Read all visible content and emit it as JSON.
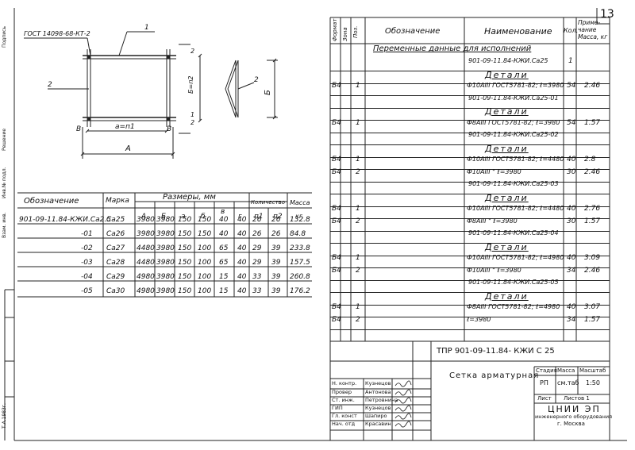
{
  "sheet_number": "13",
  "left_margin_labels": [
    "Подпись",
    "Решение",
    "Инв.№ подл.",
    "Взам. инв.",
    "Т.А.1983г."
  ],
  "drawing": {
    "gost_label": "ГОСТ 14098-68-КТ-2",
    "callout_1": "1",
    "callout_2_left": "2",
    "callout_2_top": "2",
    "callout_2_right": "2",
    "dim_b_n2": "Б=п2",
    "dim_b": "Б",
    "dim_a_n1": "а=п1",
    "dim_a": "А",
    "label_v_left": "В",
    "label_v_right": "В",
    "section_1": "1",
    "section_2": "2"
  },
  "sizes_table": {
    "headers": {
      "designation": "Обозначение",
      "mark": "Марка",
      "sizes": "Размеры, мм",
      "quantity": "Количество",
      "mass": "Масса",
      "mass_unit": "кг",
      "cols": [
        "А",
        "Б",
        "а",
        "б",
        "в",
        "г",
        "п1",
        "п2"
      ]
    },
    "rows": [
      {
        "designation": "901-09-11.84-КЖИ.Са2.5",
        "mark": "Са25",
        "A": "3980",
        "B": "3980",
        "a": "150",
        "b": "150",
        "v": "40",
        "g": "40",
        "n1": "26",
        "n2": "26",
        "mass": "132.8"
      },
      {
        "designation": "-01",
        "mark": "Са26",
        "A": "3980",
        "B": "3980",
        "a": "150",
        "b": "150",
        "v": "40",
        "g": "40",
        "n1": "26",
        "n2": "26",
        "mass": "84.8"
      },
      {
        "designation": "-02",
        "mark": "Са27",
        "A": "4480",
        "B": "3980",
        "a": "150",
        "b": "100",
        "v": "65",
        "g": "40",
        "n1": "29",
        "n2": "39",
        "mass": "233.8"
      },
      {
        "designation": "-03",
        "mark": "Са28",
        "A": "4480",
        "B": "3980",
        "a": "150",
        "b": "100",
        "v": "65",
        "g": "40",
        "n1": "29",
        "n2": "39",
        "mass": "157.5"
      },
      {
        "designation": "-04",
        "mark": "Са29",
        "A": "4980",
        "B": "3980",
        "a": "150",
        "b": "100",
        "v": "15",
        "g": "40",
        "n1": "33",
        "n2": "39",
        "mass": "260.8"
      },
      {
        "designation": "-05",
        "mark": "Са30",
        "A": "4980",
        "B": "3980",
        "a": "150",
        "b": "100",
        "v": "15",
        "g": "40",
        "n1": "33",
        "n2": "39",
        "mass": "176.2"
      }
    ]
  },
  "spec": {
    "headers": {
      "format": "Формат",
      "zone": "Зона",
      "pos": "Поз.",
      "designation": "Обозначение",
      "name": "Наименование",
      "qty": "Кол.",
      "note": "Приме-чание Масса, кг"
    },
    "variable_title": "Переменные данные для исполнений",
    "rows": [
      {
        "kind": "ref",
        "text": "901-09-11.84-КЖИ.Са25",
        "qty": "1"
      },
      {
        "kind": "heading",
        "text": "Детали"
      },
      {
        "kind": "item",
        "fmt": "Б4",
        "pos": "1",
        "text": "Ф10АIII ГОСТ5781-82; ℓ=3980",
        "qty": "54",
        "note": "2.46"
      },
      {
        "kind": "ref",
        "text": "901-09-11.84-КЖИ.Са25-01"
      },
      {
        "kind": "heading",
        "text": "Детали"
      },
      {
        "kind": "item",
        "fmt": "Б4",
        "pos": "1",
        "text": "Ф8АIII ГОСТ5781-82; ℓ=3980",
        "qty": "54",
        "note": "1.57"
      },
      {
        "kind": "ref",
        "text": "901-09-11.84-КЖИ.Са25-02"
      },
      {
        "kind": "heading",
        "text": "Детали"
      },
      {
        "kind": "item",
        "fmt": "Б4",
        "pos": "1",
        "text": "Ф10АIII ГОСТ5781-82; ℓ=4480",
        "qty": "40",
        "note": "2.8"
      },
      {
        "kind": "item",
        "fmt": "Б4",
        "pos": "2",
        "text": "Ф10АIII    \"    ℓ=3980",
        "qty": "30",
        "note": "2.46"
      },
      {
        "kind": "ref",
        "text": "901-09-11.84-КЖИ.Са25-03"
      },
      {
        "kind": "heading",
        "text": "Детали"
      },
      {
        "kind": "item",
        "fmt": "Б4",
        "pos": "1",
        "text": "Ф10АIII ГОСТ5781-82; ℓ=4480",
        "qty": "40",
        "note": "2.76"
      },
      {
        "kind": "item",
        "fmt": "Б4",
        "pos": "2",
        "text": "Ф8АIII     \"     ℓ=3980",
        "qty": "30",
        "note": "1.57"
      },
      {
        "kind": "ref",
        "text": "901-09-11.84-КЖИ.Са25-04"
      },
      {
        "kind": "heading",
        "text": "Детали"
      },
      {
        "kind": "item",
        "fmt": "Б4",
        "pos": "1",
        "text": "Ф10АIII ГОСТ5781-82; ℓ=4980",
        "qty": "40",
        "note": "3.09"
      },
      {
        "kind": "item",
        "fmt": "Б4",
        "pos": "2",
        "text": "Ф10АIII     \"     ℓ=3980",
        "qty": "34",
        "note": "2.46"
      },
      {
        "kind": "ref",
        "text": "901-09-11.84-КЖИ.Са25-05"
      },
      {
        "kind": "heading",
        "text": "Детали"
      },
      {
        "kind": "item",
        "fmt": "Б4",
        "pos": "1",
        "text": "Ф8АIII ГОСТ5781-82; ℓ=4980",
        "qty": "40",
        "note": "3.07"
      },
      {
        "kind": "item",
        "fmt": "Б4",
        "pos": "2",
        "text": "ℓ=3980",
        "qty": "34",
        "note": "1.57"
      }
    ]
  },
  "title_block": {
    "code": "ТПР 901-09-11.84-  КЖИ   С 25",
    "title": "Сетка арматурная",
    "stage_h": "Стадия",
    "mass_h": "Масса",
    "scale_h": "Масштаб",
    "stage": "РП",
    "mass": "см.таб",
    "scale": "1:50",
    "sheet": "Лист",
    "sheets": "Листов 1",
    "org1": "ЦНИИ ЭП",
    "org2": "инженерного оборудования",
    "org3": "г. Москва",
    "people": [
      {
        "role": "Н. контр.",
        "name": "Кузнецов"
      },
      {
        "role": "Провер",
        "name": "Антонова"
      },
      {
        "role": "Ст. инж.",
        "name": "Петровнина"
      },
      {
        "role": "ГИП",
        "name": "Кузнецов"
      },
      {
        "role": "Гл. конст",
        "name": "Шапиро"
      },
      {
        "role": "Нач. отд",
        "name": "Красавин"
      }
    ]
  }
}
